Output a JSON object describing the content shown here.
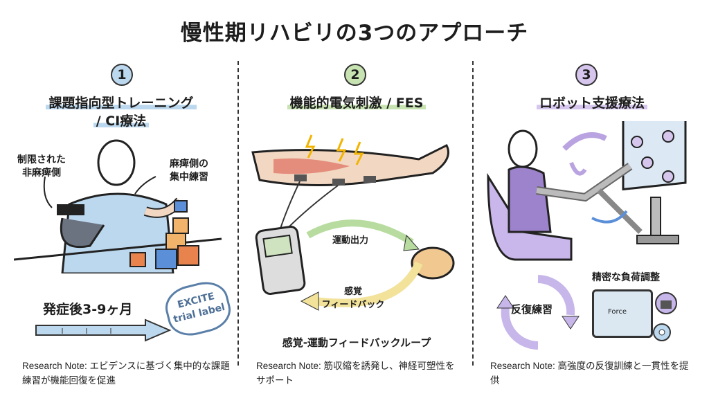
{
  "title": "慢性期リハビリの3つのアプローチ",
  "colors": {
    "blue": "#bcd8ee",
    "green": "#c7e3b2",
    "purple": "#d6c6ee"
  },
  "columns": [
    {
      "number": "1",
      "heading_line1": "課題指向型トレーニング",
      "heading_line2": "/ CI療法",
      "label_restricted": "制限された\n非麻痺側",
      "label_affected": "麻痺側の\n集中練習",
      "timeline": "発症後3-9ヶ月",
      "stamp_line1": "EXCITE",
      "stamp_line2": "trial label",
      "note": "Research Note: エビデンスに基づく集中的な課題練習が機能回復を促進"
    },
    {
      "number": "2",
      "heading": "機能的電気刺激 / FES",
      "label_motor": "運動出力",
      "label_sensory": "感覚\nフィードバック",
      "loop": "感覚-運動フィードバックループ",
      "note": "Research Note: 筋収縮を誘発し、神経可塑性をサポート"
    },
    {
      "number": "3",
      "heading": "ロボット支援療法",
      "label_precision": "精密な負荷調整",
      "label_repeat": "反復練習",
      "force": "Force",
      "note": "Research Note: 高強度の反復訓練と一貫性を提供"
    }
  ]
}
